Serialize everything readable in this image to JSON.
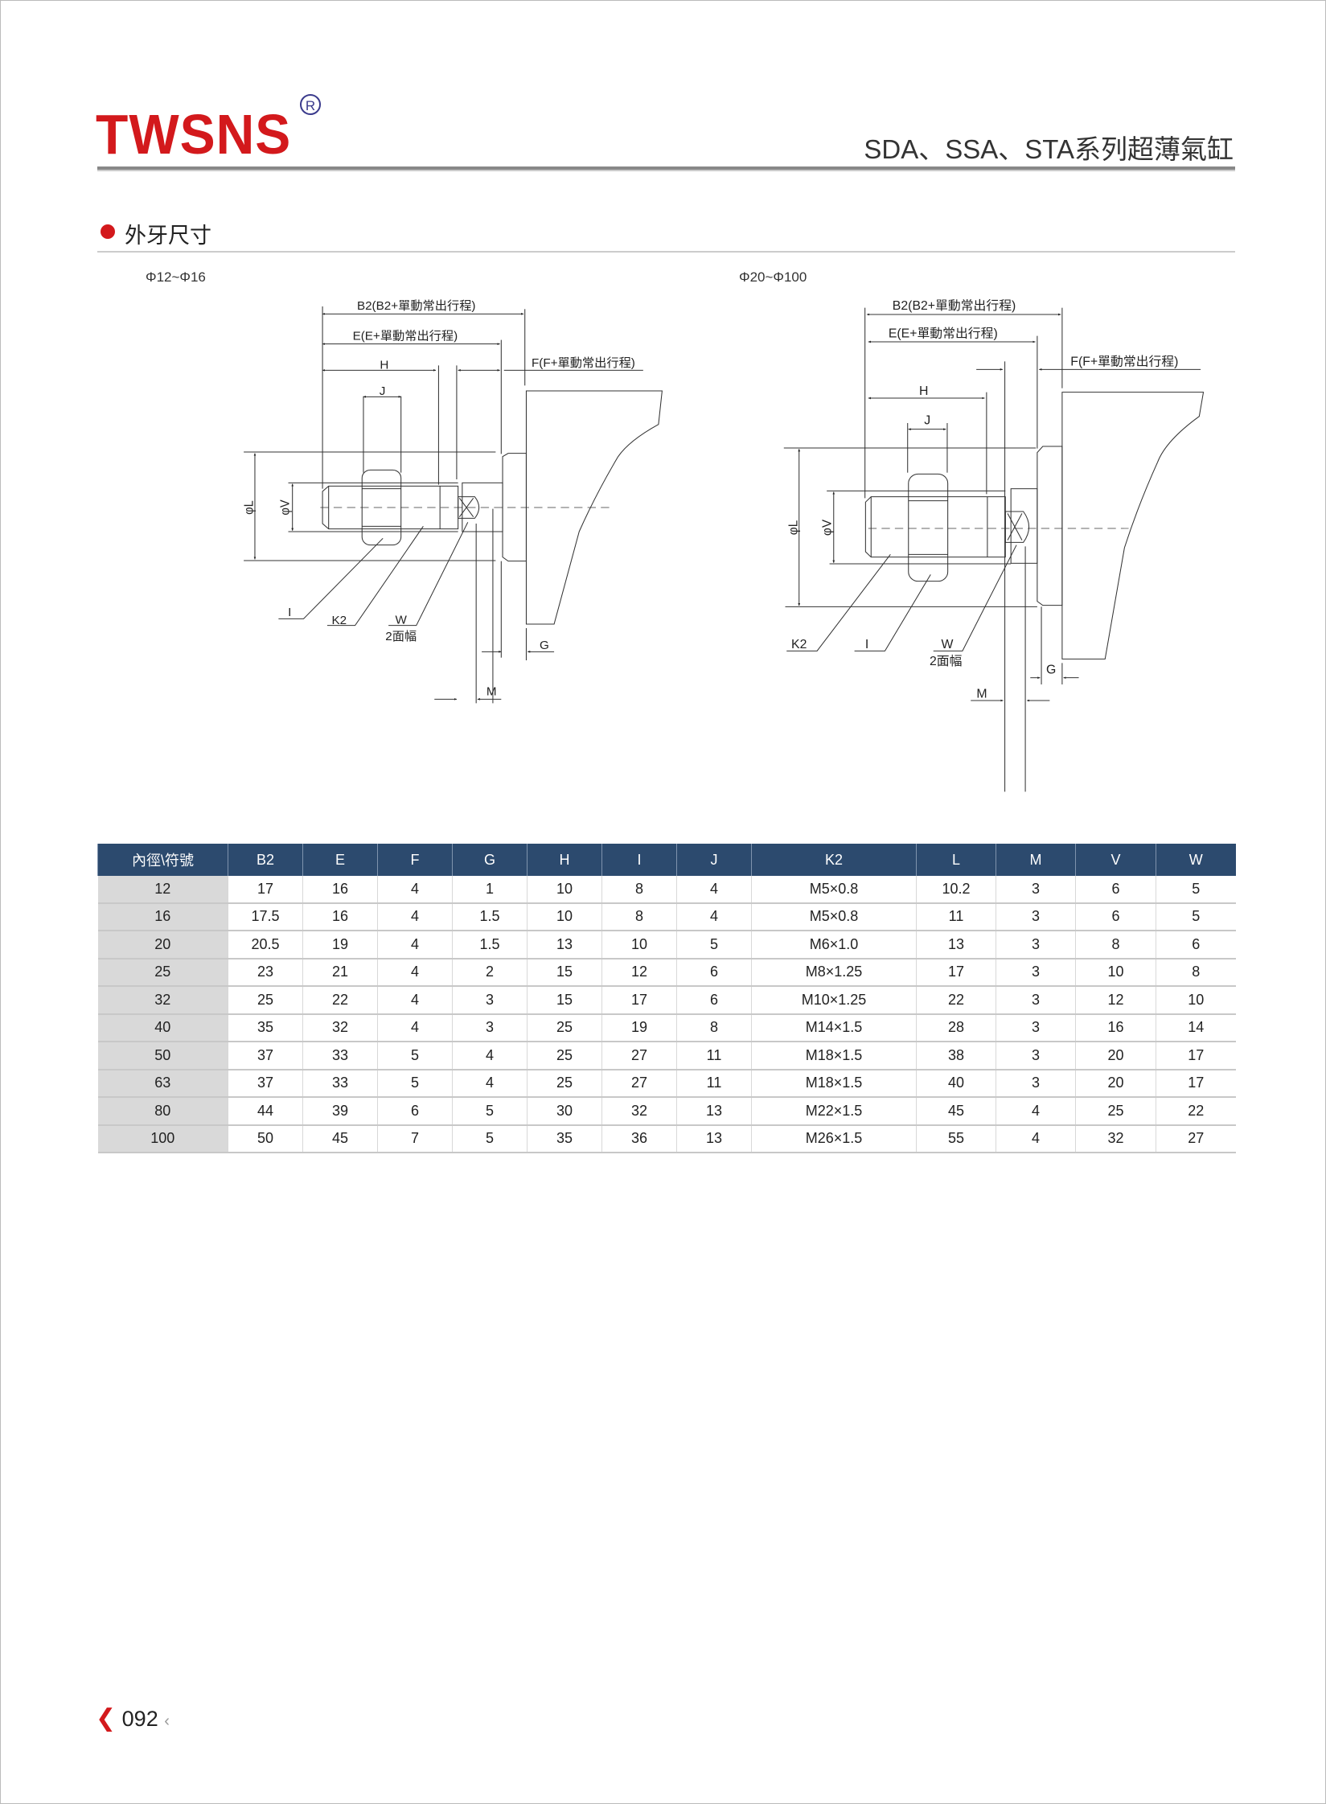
{
  "header": {
    "brand": "TWSNS",
    "registered": "R",
    "title": "SDA、SSA、STA系列超薄氣缸"
  },
  "section": {
    "title": "外牙尺寸"
  },
  "diagrams": [
    {
      "caption": "Φ12~Φ16",
      "labels": {
        "b2": "B2(B2+單動常出行程)",
        "e": "E(E+單動常出行程)",
        "f": "F(F+單動常出行程)",
        "h": "H",
        "j": "J",
        "phi_l": "φL",
        "phi_v": "φV",
        "i": "I",
        "k2": "K2",
        "w": "W",
        "w_note": "2面幅",
        "g": "G",
        "m": "M"
      }
    },
    {
      "caption": "Φ20~Φ100",
      "labels": {
        "b2": "B2(B2+單動常出行程)",
        "e": "E(E+單動常出行程)",
        "f": "F(F+單動常出行程)",
        "h": "H",
        "j": "J",
        "phi_l": "φL",
        "phi_v": "φV",
        "i": "I",
        "k2": "K2",
        "w": "W",
        "w_note": "2面幅",
        "g": "G",
        "m": "M"
      }
    }
  ],
  "table": {
    "headers": [
      "內徑\\符號",
      "B2",
      "E",
      "F",
      "G",
      "H",
      "I",
      "J",
      "K2",
      "L",
      "M",
      "V",
      "W"
    ],
    "rows": [
      [
        "12",
        "17",
        "16",
        "4",
        "1",
        "10",
        "8",
        "4",
        "M5×0.8",
        "10.2",
        "3",
        "6",
        "5"
      ],
      [
        "16",
        "17.5",
        "16",
        "4",
        "1.5",
        "10",
        "8",
        "4",
        "M5×0.8",
        "11",
        "3",
        "6",
        "5"
      ],
      [
        "20",
        "20.5",
        "19",
        "4",
        "1.5",
        "13",
        "10",
        "5",
        "M6×1.0",
        "13",
        "3",
        "8",
        "6"
      ],
      [
        "25",
        "23",
        "21",
        "4",
        "2",
        "15",
        "12",
        "6",
        "M8×1.25",
        "17",
        "3",
        "10",
        "8"
      ],
      [
        "32",
        "25",
        "22",
        "4",
        "3",
        "15",
        "17",
        "6",
        "M10×1.25",
        "22",
        "3",
        "12",
        "10"
      ],
      [
        "40",
        "35",
        "32",
        "4",
        "3",
        "25",
        "19",
        "8",
        "M14×1.5",
        "28",
        "3",
        "16",
        "14"
      ],
      [
        "50",
        "37",
        "33",
        "5",
        "4",
        "25",
        "27",
        "11",
        "M18×1.5",
        "38",
        "3",
        "20",
        "17"
      ],
      [
        "63",
        "37",
        "33",
        "5",
        "4",
        "25",
        "27",
        "11",
        "M18×1.5",
        "40",
        "3",
        "20",
        "17"
      ],
      [
        "80",
        "44",
        "39",
        "6",
        "5",
        "30",
        "32",
        "13",
        "M22×1.5",
        "45",
        "4",
        "25",
        "22"
      ],
      [
        "100",
        "50",
        "45",
        "7",
        "5",
        "35",
        "36",
        "13",
        "M26×1.5",
        "55",
        "4",
        "32",
        "27"
      ]
    ]
  },
  "footer": {
    "page_number": "092"
  },
  "colors": {
    "brand_red": "#d3191c",
    "table_header": "#2c4a6e"
  }
}
